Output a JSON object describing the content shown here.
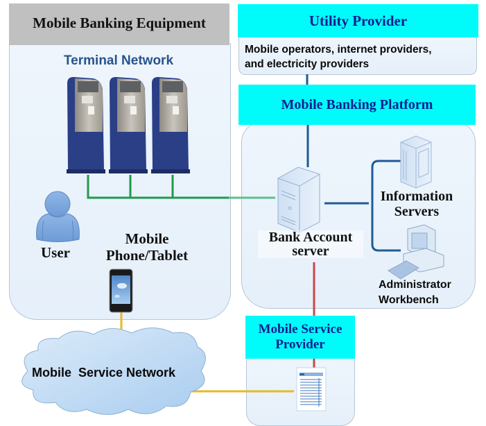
{
  "title": "Mobile Banking System Architecture",
  "equipment": {
    "header": "Mobile Banking Equipment",
    "terminal_network": "Terminal Network",
    "user_label": "User",
    "device_label_line1": "Mobile",
    "device_label_line2": "Phone/Tablet"
  },
  "utility": {
    "header": "Utility Provider",
    "desc_line1": "Mobile operators, internet providers,",
    "desc_line2": "and electricity providers"
  },
  "platform": {
    "header": "Mobile Banking Platform",
    "bank_server_line1": "Bank Account",
    "bank_server_line2": "server",
    "info_servers_line1": "Information",
    "info_servers_line2": "Servers",
    "admin_line1": "Administrator",
    "admin_line2": "Workbench"
  },
  "service_provider": {
    "header_line1": "Mobile Service",
    "header_line2": "Provider"
  },
  "network": {
    "label": "Mobile  Service Network"
  },
  "colors": {
    "header_cyan": "#00fbfb",
    "header_text_navy": "#0c1f8f",
    "equipment_header_gray": "#c0c0c0",
    "terminal_link_green": "#1f9a4e",
    "platform_link_blue": "#1e5b94",
    "provider_link_red": "#c9474a",
    "network_link_yellow": "#e8b923"
  }
}
